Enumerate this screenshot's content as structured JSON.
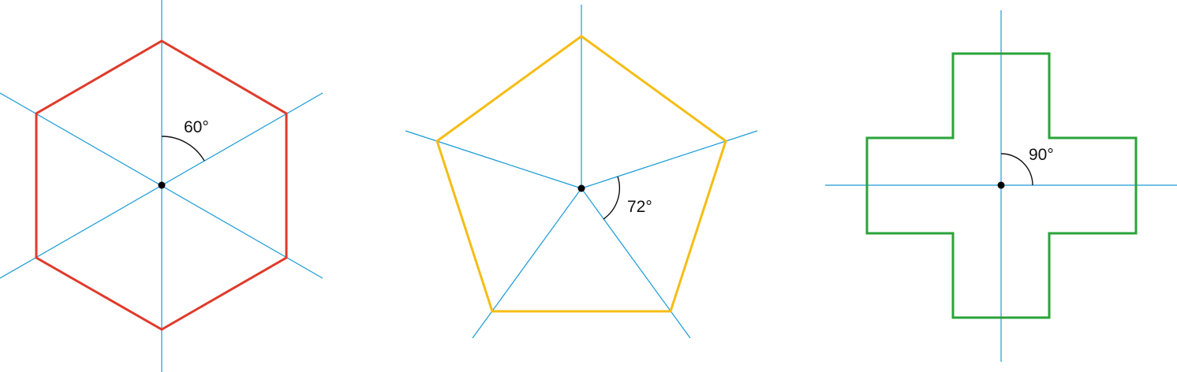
{
  "colors": {
    "axis": "#1a9bd7",
    "hexagon": "#e03a2a",
    "pentagon": "#f5bd14",
    "cross": "#2aa33a",
    "arc": "#111111"
  },
  "figures": [
    {
      "shape": "hexagon",
      "angle_label": "60°"
    },
    {
      "shape": "pentagon",
      "angle_label": "72°"
    },
    {
      "shape": "cross",
      "angle_label": "90°"
    }
  ]
}
